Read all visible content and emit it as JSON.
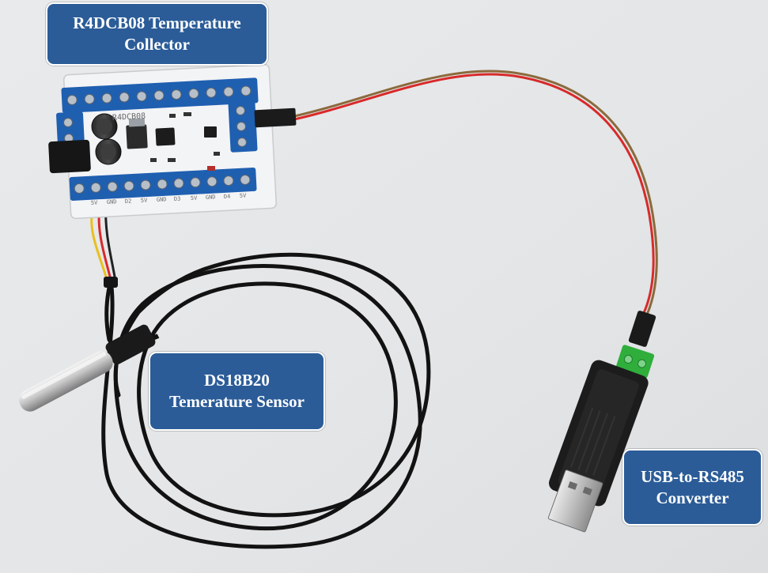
{
  "labels": {
    "collector_line1": "R4DCB08 Temperature",
    "collector_line2": "Collector",
    "sensor_line1": "DS18B20",
    "sensor_line2": "Temerature Sensor",
    "converter_line1": "USB-to-RS485",
    "converter_line2": "Converter"
  },
  "board": {
    "model_marking": "R4DCB08",
    "pin_labels": [
      "5V",
      "GND",
      "D2",
      "5V",
      "GND",
      "D3",
      "5V",
      "GND",
      "D4",
      "5V"
    ]
  },
  "colors": {
    "callout_fill": "#2b5c98",
    "callout_border": "#ffffff",
    "terminal_blue": "#1f5fb0",
    "terminal_green": "#2fae3c",
    "wire_red": "#d82a2a",
    "wire_brown": "#8b6a3c",
    "wire_yellow": "#e8c01e",
    "cable_black": "#121212"
  },
  "icons": [
    "pcb-board",
    "screw-terminal-block",
    "electrolytic-capacitor",
    "dc-barrel-jack",
    "temperature-probe",
    "usb-a-plug"
  ]
}
